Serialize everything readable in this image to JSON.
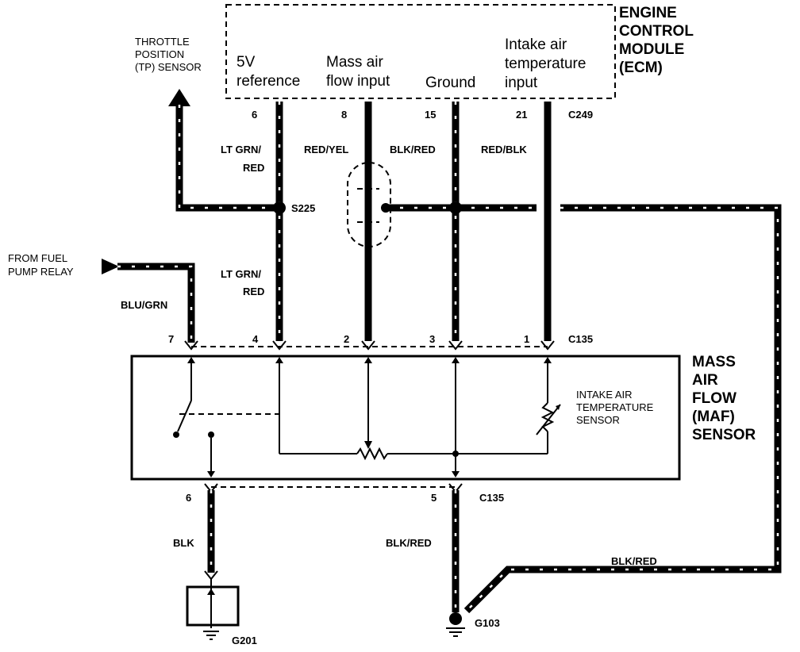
{
  "ecm": {
    "title_line1": "ENGINE",
    "title_line2": "CONTROL",
    "title_line3": "MODULE",
    "title_line4": "(ECM)",
    "connector": "C249",
    "pins": [
      {
        "pin": "6",
        "func1": "5V",
        "func2": "reference",
        "wire": "LT GRN/",
        "wire2": "RED"
      },
      {
        "pin": "8",
        "func1": "Mass air",
        "func2": "flow input",
        "wire": "RED/YEL",
        "wire2": ""
      },
      {
        "pin": "15",
        "func1": "Ground",
        "func2": "",
        "wire": "BLK/RED",
        "wire2": ""
      },
      {
        "pin": "21",
        "func1": "Intake air",
        "func2": "temperature",
        "func3": "input",
        "wire": "RED/BLK",
        "wire2": ""
      }
    ]
  },
  "tp_sensor": {
    "line1": "THROTTLE",
    "line2": "POSITION",
    "line3": "(TP) SENSOR"
  },
  "splice": "S225",
  "fuel_pump": {
    "line1": "FROM FUEL",
    "line2": "PUMP RELAY",
    "wire": "BLU/GRN"
  },
  "lower_wire": {
    "line1": "LT GRN/",
    "line2": "RED"
  },
  "maf": {
    "title_line1": "MASS",
    "title_line2": "AIR",
    "title_line3": "FLOW",
    "title_line4": "(MAF)",
    "title_line5": "SENSOR",
    "top_connector": "C135",
    "bottom_connector": "C135",
    "top_pins": [
      "7",
      "4",
      "2",
      "3",
      "1"
    ],
    "bottom_pins": [
      "6",
      "5"
    ],
    "iat_line1": "INTAKE AIR",
    "iat_line2": "TEMPERATURE",
    "iat_line3": "SENSOR"
  },
  "grounds": {
    "left_wire": "BLK",
    "right_wire": "BLK/RED",
    "return_wire": "BLK/RED",
    "left": "G201",
    "right": "G103"
  }
}
